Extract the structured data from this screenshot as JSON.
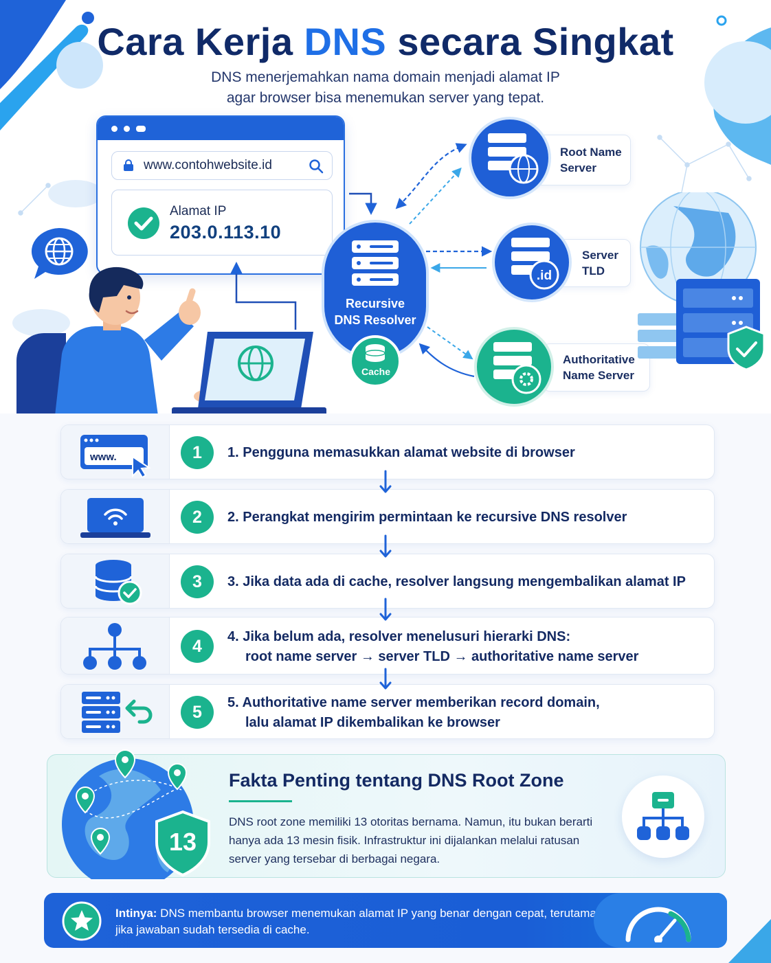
{
  "header": {
    "title_part1": "Cara Kerja ",
    "title_accent": "DNS",
    "title_part2": " secara Singkat",
    "subtitle_line1": "DNS menerjemahkan nama domain menjadi alamat IP",
    "subtitle_line2": "agar browser bisa menemukan server yang tepat."
  },
  "browser": {
    "url": "www.contohwebsite.id",
    "ip_label": "Alamat IP",
    "ip_value": "203.0.113.10"
  },
  "diagram": {
    "resolver_line1": "Recursive",
    "resolver_line2": "DNS Resolver",
    "cache_label": "Cache",
    "root_line1": "Root Name",
    "root_line2": "Server",
    "tld_line1": "Server",
    "tld_line2": "TLD",
    "tld_badge": ".id",
    "auth_line1": "Authoritative",
    "auth_line2": "Name Server"
  },
  "steps": [
    {
      "num": "1",
      "text": "1. Pengguna memasukkan alamat website di browser",
      "icon_label": "www.",
      "icon": "browser-cursor-icon"
    },
    {
      "num": "2",
      "text": "2. Perangkat mengirim permintaan ke recursive DNS resolver",
      "icon": "laptop-wifi-icon"
    },
    {
      "num": "3",
      "text": "3. Jika data ada di cache, resolver langsung mengembalikan alamat IP",
      "icon": "database-check-icon"
    },
    {
      "num": "4",
      "text": "4. Jika belum ada, resolver menelusuri hierarki DNS:",
      "sub": "root name server → server TLD → authoritative name server",
      "icon": "hierarchy-icon"
    },
    {
      "num": "5",
      "text": "5. Authoritative name server memberikan record domain,",
      "sub": "lalu alamat IP dikembalikan ke browser",
      "icon": "server-return-icon"
    }
  ],
  "fact": {
    "title": "Fakta Penting tentang DNS Root Zone",
    "body": "DNS root zone memiliki 13 otoritas bernama. Namun, itu bukan berarti hanya ada 13 mesin fisik. Infrastruktur ini dijalankan melalui ratusan server yang tersebar di berbagai negara.",
    "shield_number": "13"
  },
  "banner": {
    "bold": "Intinya:",
    "text": " DNS membantu browser menemukan alamat IP yang benar dengan cepat, terutama jika jawaban sudah tersedia di cache."
  },
  "colors": {
    "primary": "#1f63d8",
    "navy": "#102a68",
    "teal": "#1bb38e",
    "light_blue": "#5db8f0"
  }
}
